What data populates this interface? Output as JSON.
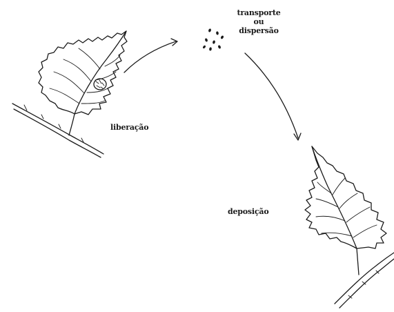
{
  "labels": {
    "release": "liberação",
    "transport_line1": "transporte",
    "transport_line2": "ou",
    "transport_line3": "dispersão",
    "deposition": "deposição"
  }
}
